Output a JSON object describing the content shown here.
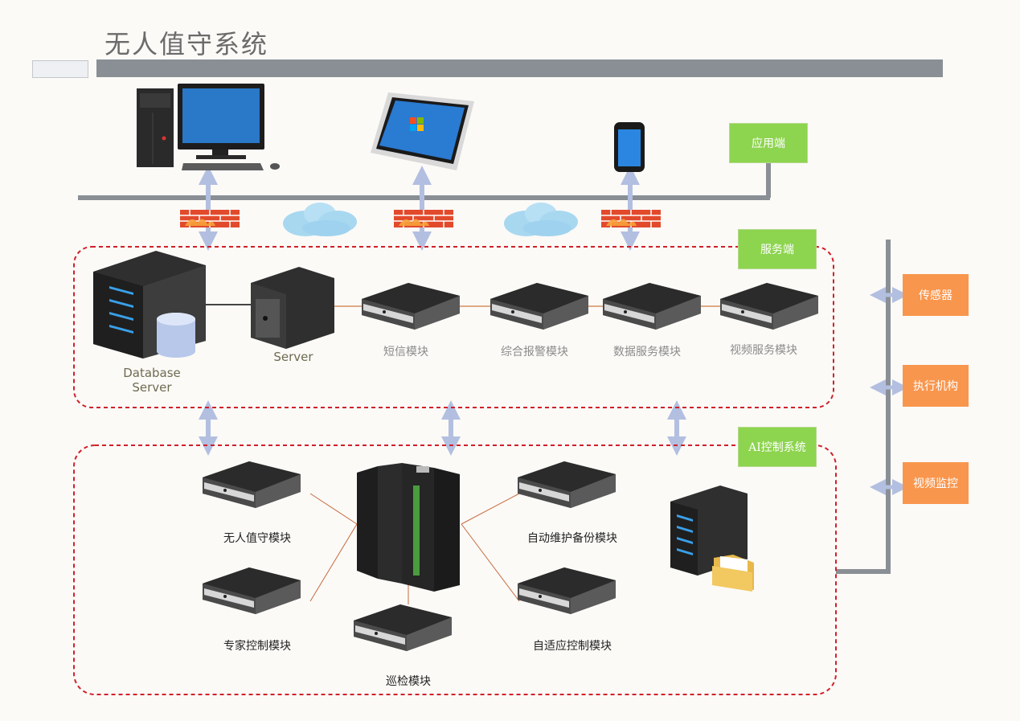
{
  "title": "无人值守系统",
  "tiers": {
    "app": "应用端",
    "service": "服务端",
    "ai": "AI控制系统"
  },
  "service_nodes": {
    "db": "Database\nServer",
    "server": "Server",
    "sms": "短信模块",
    "alarm": "综合报警模块",
    "data": "数据服务模块",
    "video": "视频服务模块"
  },
  "ai_nodes": {
    "unattended": "无人值守模块",
    "expert": "专家控制模块",
    "inspection": "巡检模块",
    "backup": "自动维护备份模块",
    "adaptive": "自适应控制模块"
  },
  "field_devices": {
    "sensor": "传感器",
    "actuator": "执行机构",
    "video_monitor": "视频监控"
  },
  "colors": {
    "green_tag": "#8dd44f",
    "orange_tag": "#f9964d",
    "dashed_border": "#d0202a",
    "connector": "#b3bfe0",
    "bus": "#8a8f95"
  }
}
